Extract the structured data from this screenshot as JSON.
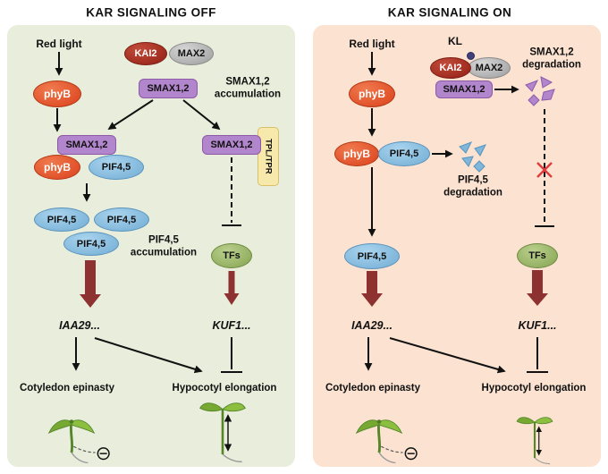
{
  "titles": {
    "off": "KAR SIGNALING OFF",
    "on": "KAR SIGNALING ON"
  },
  "off": {
    "red_light": "Red light",
    "phyb": "phyB",
    "kai2": "KAI2",
    "max2": "MAX2",
    "smax12": "SMAX1,2",
    "smax_accumulation_line1": "SMAX1,2",
    "smax_accumulation_line2": "accumulation",
    "pif45": "PIF4,5",
    "pif_accumulation_line1": "PIF4,5",
    "pif_accumulation_line2": "accumulation",
    "tpl_tpr": "TPL/TPR",
    "tfs": "TFs",
    "iaa29": "IAA29...",
    "kuf1": "KUF1...",
    "cotyledon_epinasty": "Cotyledon epinasty",
    "hypocotyl_elongation": "Hypocotyl elongation"
  },
  "on": {
    "red_light": "Red light",
    "kl": "KL",
    "phyb": "phyB",
    "kai2": "KAI2",
    "max2": "MAX2",
    "smax12": "SMAX1,2",
    "smax_degradation_line1": "SMAX1,2",
    "smax_degradation_line2": "degradation",
    "pif45": "PIF4,5",
    "pif_degradation_line1": "PIF4,5",
    "pif_degradation_line2": "degradation",
    "tfs": "TFs",
    "iaa29": "IAA29...",
    "kuf1": "KUF1...",
    "cotyledon_epinasty": "Cotyledon epinasty",
    "hypocotyl_elongation": "Hypocotyl elongation"
  },
  "colors": {
    "panel_off_bg": "#e9eddb",
    "panel_on_bg": "#fbe2d1",
    "phyb": "#e04f28",
    "kai2": "#9e2a1e",
    "max2": "#b5b5b5",
    "smax12": "#b286cc",
    "pif45": "#7fb6da",
    "tpl_tpr": "#f7e9ab",
    "tfs": "#92af60",
    "thick_arrow": "#8d3230",
    "blocked_x": "#e03a3a"
  }
}
